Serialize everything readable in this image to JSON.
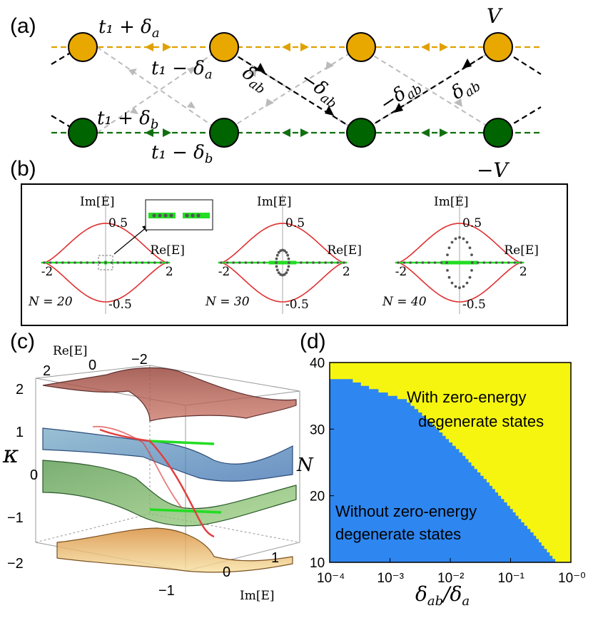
{
  "panels": {
    "a": "(a)",
    "b": "(b)",
    "c": "(c)",
    "d": "(d)"
  },
  "colors": {
    "site_a": "#e8a800",
    "site_b": "#006400",
    "hop_a": "#e0a000",
    "hop_b": "#107010",
    "gray": "#bbbbbb",
    "curve": "#e03030",
    "spectrum_green": "#22dd22",
    "dot": "#555555",
    "yellow": "#f5f510",
    "blue": "#2e86f0"
  },
  "lattice": {
    "t1_plus_da": "t₁ + δ",
    "t1_plus_da_sub": "a",
    "t1_minus_da": "t₁ − δ",
    "t1_minus_da_sub": "a",
    "t1_plus_db": "t₁ + δ",
    "t1_plus_db_sub": "b",
    "t1_minus_db": "t₁ − δ",
    "t1_minus_db_sub": "b",
    "V": "V",
    "minus_V": "−V",
    "d_ab_1": "δ",
    "d_ab_1_sub": "ab",
    "minus_d_ab_1": "−δ",
    "minus_d_ab_1_sub": "ab",
    "minus_d_ab_2": "−δ",
    "minus_d_ab_2_sub": "ab",
    "d_ab_2": "δ",
    "d_ab_2_sub": "ab"
  },
  "spectra": {
    "im_label": "Im[E]",
    "re_label": "Re[E]",
    "tick_top": "0.5",
    "tick_bottom": "-0.5",
    "tick_left": "-2",
    "tick_right": "2",
    "plots": [
      {
        "n_label": "N = 20"
      },
      {
        "n_label": "N = 30"
      },
      {
        "n_label": "N = 40"
      }
    ]
  },
  "panel_c": {
    "re_axis_label": "Re[E]",
    "re_ticks": [
      "2",
      "0",
      "−2"
    ],
    "kappa_label": "κ",
    "kappa_ticks": [
      "2",
      "1",
      "0",
      "−1",
      "−2"
    ],
    "im_axis_label": "Im[E]",
    "im_ticks": [
      "−1",
      "0",
      "1"
    ]
  },
  "chart_data": {
    "type": "heatmap",
    "title": "",
    "xlabel": "δab/δa",
    "xlabel_main": "δ",
    "xlabel_sub": "ab",
    "xlabel_den": "/δ",
    "xlabel_den_sub": "a",
    "ylabel": "N",
    "x_scale": "log",
    "xlim": [
      0.0001,
      1
    ],
    "ylim": [
      10,
      40
    ],
    "x_ticks": [
      0.0001,
      0.001,
      0.01,
      0.1,
      1
    ],
    "x_tick_labels": [
      "10⁻⁴",
      "10⁻³",
      "10⁻²",
      "10⁻¹",
      "10⁻⁰"
    ],
    "y_ticks": [
      10,
      20,
      30,
      40
    ],
    "y_tick_labels": [
      "10",
      "20",
      "30",
      "40"
    ],
    "regions": [
      {
        "name": "With zero-energy degenerate states",
        "label_line1": "With zero-energy",
        "label_line2": "degenerate states",
        "color": "#f5f510"
      },
      {
        "name": "Without zero-energy degenerate states",
        "label_line1": "Without zero-energy",
        "label_line2": "degenerate states",
        "color": "#2e86f0"
      }
    ],
    "boundary": {
      "N": [
        10,
        12,
        14,
        16,
        18,
        20,
        22,
        24,
        26,
        28,
        30,
        32,
        34,
        36,
        38
      ],
      "x_threshold": [
        0.55,
        0.36,
        0.24,
        0.15,
        0.098,
        0.062,
        0.04,
        0.025,
        0.016,
        0.0095,
        0.0058,
        0.0034,
        0.0019,
        0.00045,
        0.00013
      ]
    }
  }
}
